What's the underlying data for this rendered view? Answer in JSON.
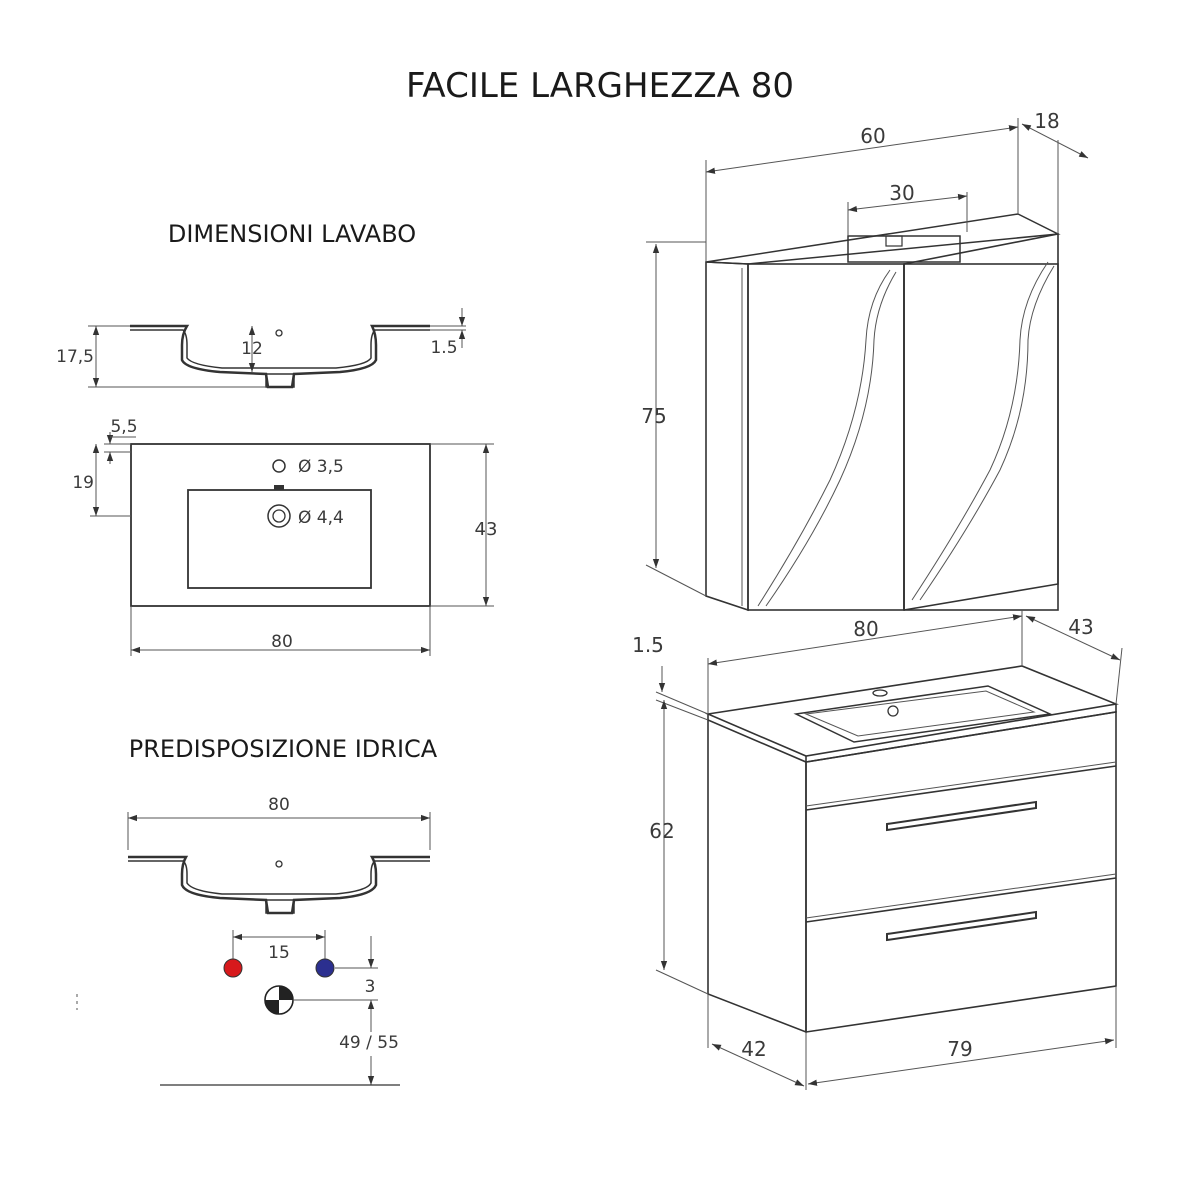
{
  "title": "FACILE LARGHEZZA 80",
  "basin_section": {
    "heading": "DIMENSIONI LAVABO",
    "height_total": "17,5",
    "bowl_depth": "12",
    "rim_thickness": "1.5"
  },
  "basin_top": {
    "offset_small": "5,5",
    "offset_tap": "19",
    "tap_hole": "Ø 3,5",
    "drain_hole": "Ø 4,4",
    "depth": "43",
    "width": "80"
  },
  "plumbing": {
    "heading": "PREDISPOSIZIONE IDRICA",
    "width": "80",
    "pipe_spacing": "15",
    "drain_offset": "3",
    "drain_height": "49 / 55",
    "colors": {
      "hot": "#d7191c",
      "cold": "#2b2f8f"
    }
  },
  "mirror_cabinet": {
    "width": "60",
    "depth": "18",
    "lamp_width": "30",
    "height": "75"
  },
  "vanity": {
    "top_width": "80",
    "top_depth": "43",
    "top_thickness": "1.5",
    "height": "62",
    "cabinet_depth": "42",
    "cabinet_width": "79"
  }
}
